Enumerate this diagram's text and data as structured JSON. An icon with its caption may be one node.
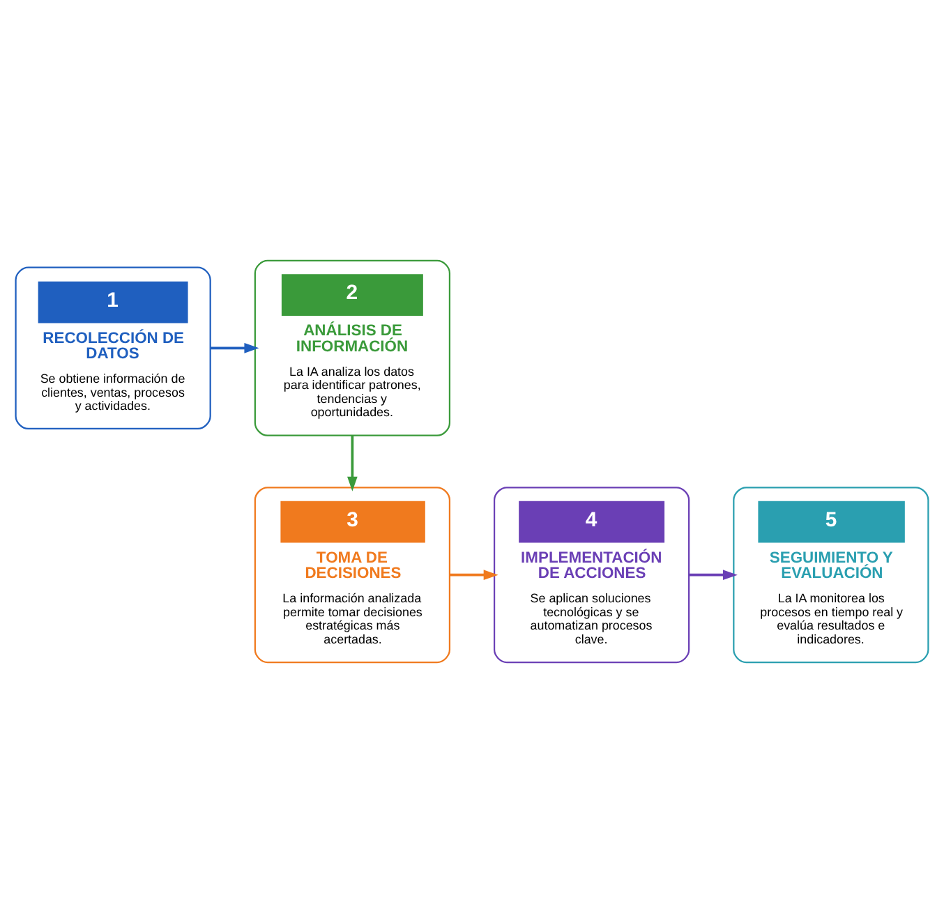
{
  "diagram": {
    "nodes": [
      {
        "text": [
          "1",
          "RECOLECCIÓN DE DATOS",
          "Se obtiene información de clientes, ventas, procesos y actividades."
        ]
      },
      {
        "text": [
          "2",
          "ANÁLISIS DE INFORMACIÓN",
          "La IA analiza los datos para identificar patrones, tendencias y oportunidades."
        ]
      },
      {
        "text": [
          "3",
          "TOMA DE DECISIONES",
          "La información analizada permite tomar decisiones estratégicas más acertadas."
        ]
      },
      {
        "text": [
          "4",
          "IMPLEMENTACIÓN DE ACCIONES",
          "Se aplican soluciones tecnológicas y se automatizan procesos clave."
        ]
      },
      {
        "text": [
          "5",
          "SEGUIMIENTO Y EVALUACIÓN",
          "La IA monitorea los procesos en tiempo real y evalúa resultados e indicadores."
        ]
      }
    ],
    "edges": [
      {
        "from": 0,
        "to": 1,
        "arrow": "to",
        "color": "#1f5fbf"
      },
      {
        "from": 1,
        "to": 2,
        "arrow": "to",
        "color": "#3a9a3a"
      },
      {
        "from": 2,
        "to": 3,
        "arrow": "to",
        "color": "#f07a1e"
      },
      {
        "from": 3,
        "to": 4,
        "arrow": "to",
        "color": "#6a3fb5"
      }
    ]
  }
}
